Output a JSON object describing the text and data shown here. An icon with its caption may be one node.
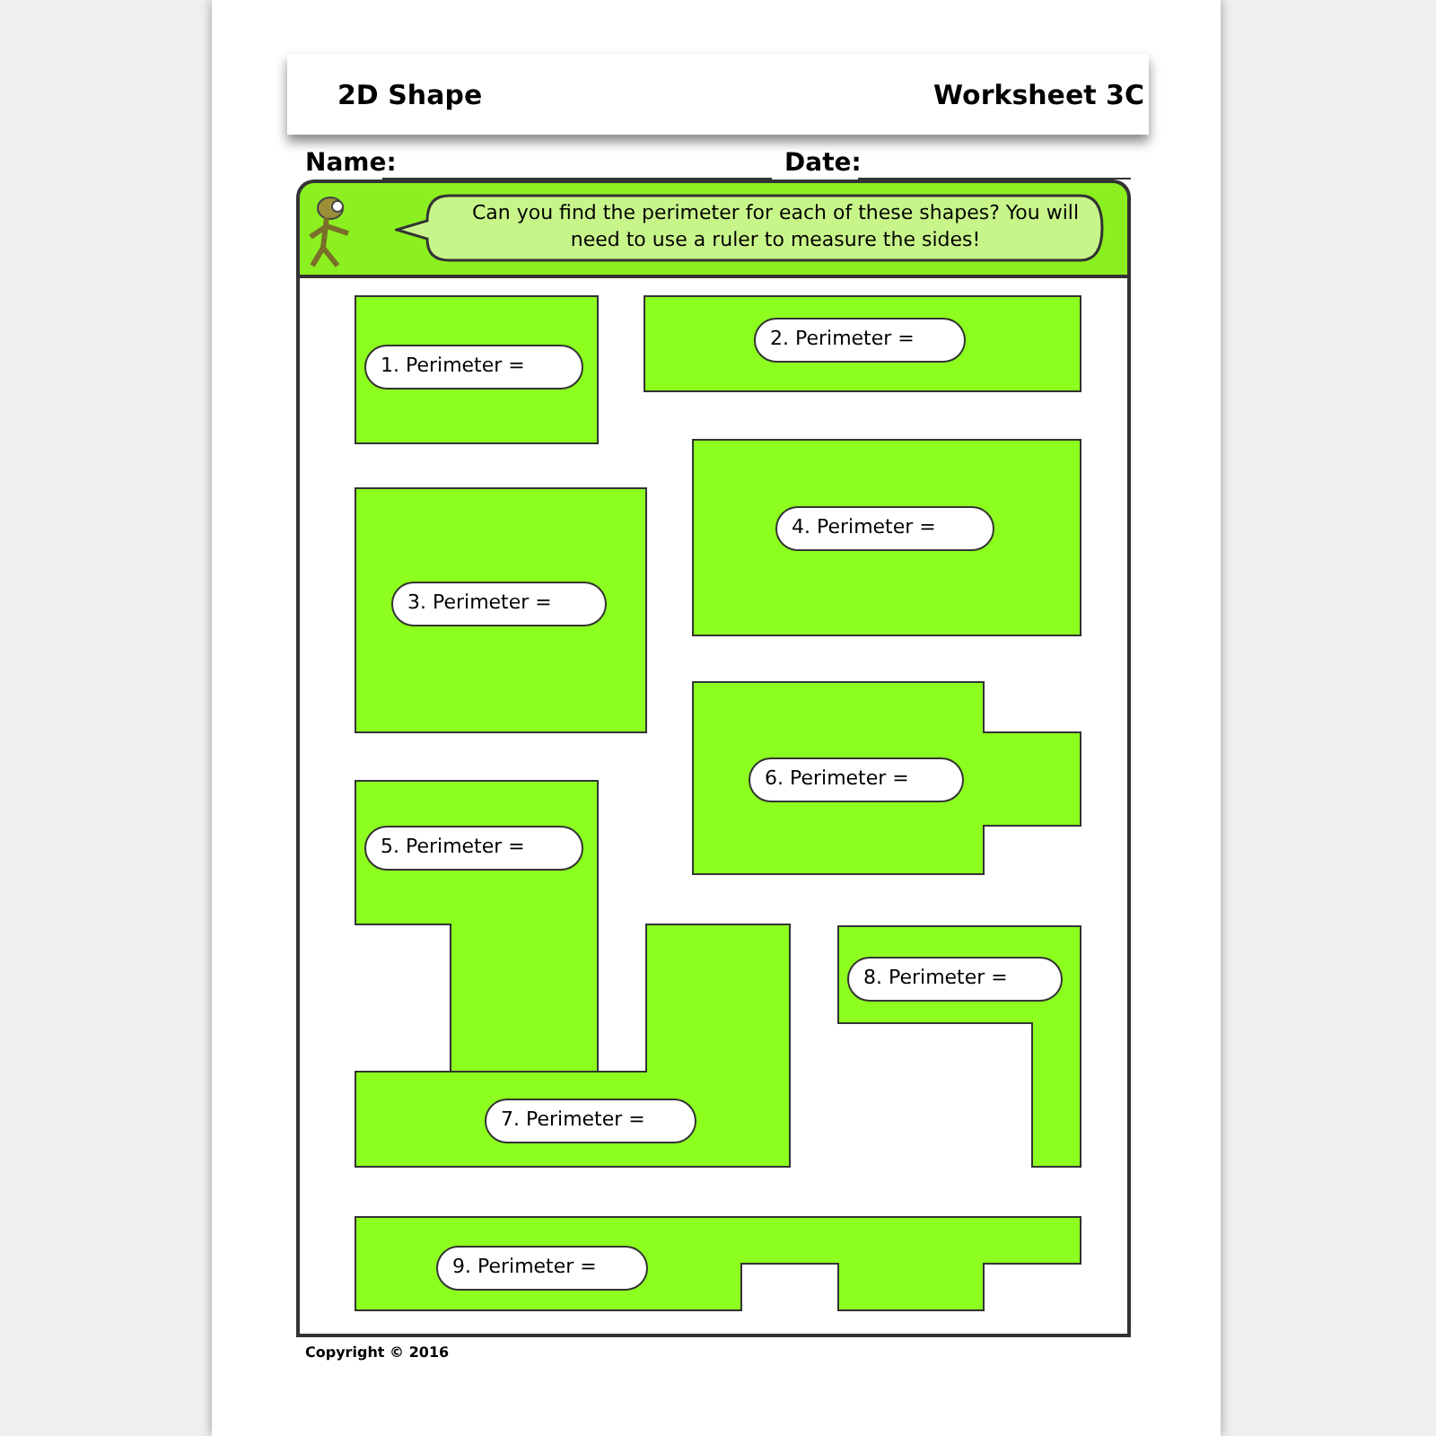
{
  "diagram": {
    "nodes": [
      {
        "text": [
          "Can you find the perimeter for each of these shapes? You will need to use a ruler to measure the sides!"
        ]
      },
      {
        "text": [
          "1. Perimeter ="
        ]
      },
      {
        "text": [
          "2. Perimeter ="
        ]
      },
      {
        "text": [
          "3. Perimeter ="
        ]
      },
      {
        "text": [
          "4. Perimeter ="
        ]
      },
      {
        "text": [
          "5. Perimeter ="
        ]
      },
      {
        "text": [
          "6. Perimeter ="
        ]
      },
      {
        "text": [
          "7. Perimeter ="
        ]
      },
      {
        "text": [
          "8. Perimeter ="
        ]
      },
      {
        "text": [
          "9. Perimeter ="
        ]
      }
    ],
    "edges": [],
    "labels": [
      "2D Shape",
      "Worksheet 3C",
      "Name:",
      "Date:",
      "Copyright © 2016"
    ]
  }
}
